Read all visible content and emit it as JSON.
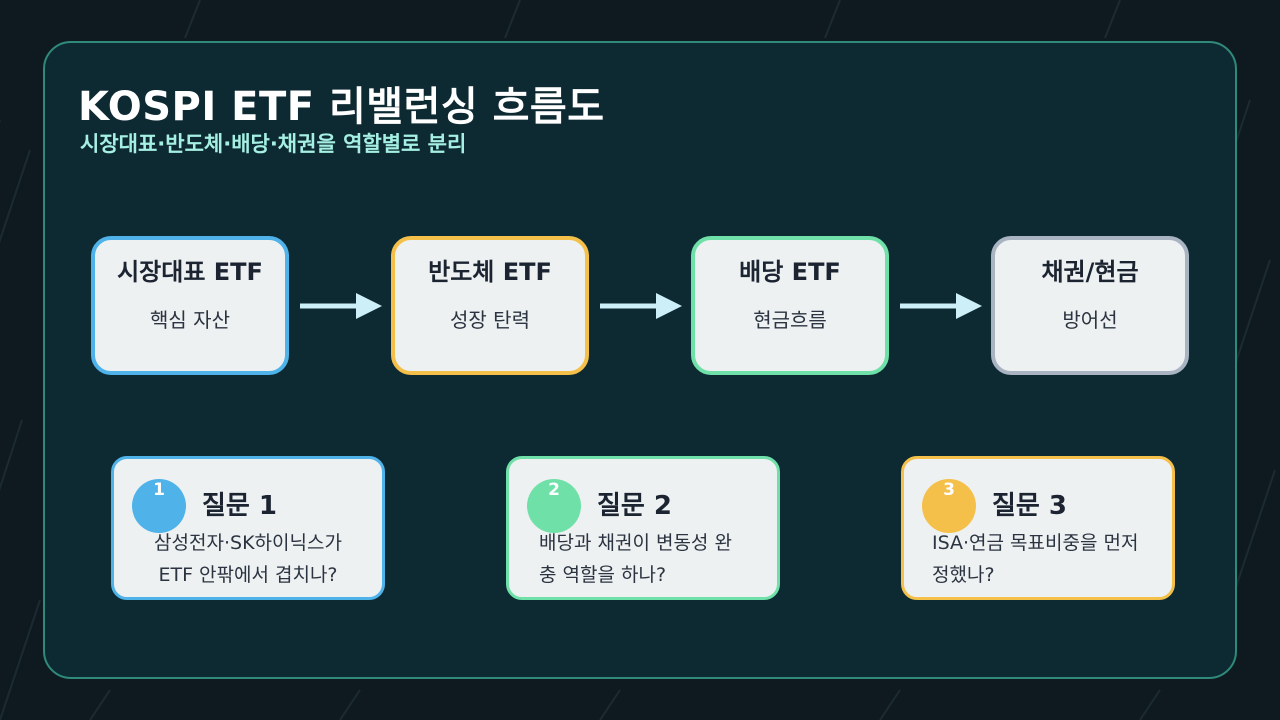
{
  "header": {
    "title": "KOSPI ETF 리밸런싱 흐름도",
    "subtitle": "시장대표·반도체·배당·채권을 역할별로 분리"
  },
  "steps": [
    {
      "name": "시장대표 ETF",
      "desc": "핵심 자산",
      "color": "#4fb3ea"
    },
    {
      "name": "반도체 ETF",
      "desc": "성장 탄력",
      "color": "#f5c04a"
    },
    {
      "name": "배당 ETF",
      "desc": "현금흐름",
      "color": "#6fe0a8"
    },
    {
      "name": "채권/현금",
      "desc": "방어선",
      "color": "#a9b4c2"
    }
  ],
  "arrow_color": "#cdeff7",
  "questions": [
    {
      "number": "1",
      "title": "질문 1",
      "text": "삼성전자·SK하이닉스가 ETF 안팎에서 겹치나?",
      "color": "#4fb3ea"
    },
    {
      "number": "2",
      "title": "질문 2",
      "text": "배당과 채권이 변동성 완충 역할을 하나?",
      "color": "#6fe0a8"
    },
    {
      "number": "3",
      "title": "질문 3",
      "text": "ISA·연금 목표비중을 먼저 정했나?",
      "color": "#f5c04a"
    }
  ]
}
